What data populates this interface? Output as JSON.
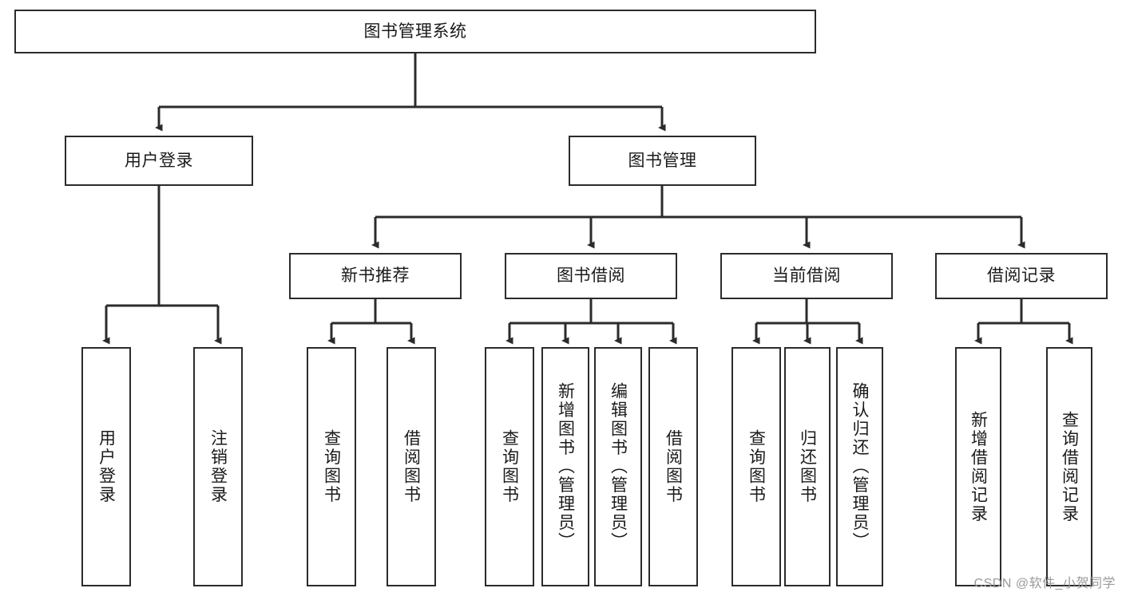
{
  "diagram": {
    "title": "图书管理系统",
    "root": {
      "label": "图书管理系统"
    },
    "level2": [
      {
        "label": "用户登录"
      },
      {
        "label": "图书管理"
      }
    ],
    "level3": [
      {
        "label": "新书推荐"
      },
      {
        "label": "图书借阅"
      },
      {
        "label": "当前借阅"
      },
      {
        "label": "借阅记录"
      }
    ],
    "leaves": [
      {
        "label": "用户登录"
      },
      {
        "label": "注销登录"
      },
      {
        "label": "查询图书"
      },
      {
        "label": "借阅图书"
      },
      {
        "label": "查询图书"
      },
      {
        "label": "新增图书（管理员）"
      },
      {
        "label": "编辑图书（管理员）"
      },
      {
        "label": "借阅图书"
      },
      {
        "label": "查询图书"
      },
      {
        "label": "归还图书"
      },
      {
        "label": "确认归还（管理员）"
      },
      {
        "label": "新增借阅记录"
      },
      {
        "label": "查询借阅记录"
      }
    ]
  },
  "watermark": {
    "text": "CSDN @软件_小贺同学"
  },
  "colors": {
    "stroke": "#2b2b2b",
    "background": "#ffffff",
    "text": "#1a1a1a",
    "watermark": "#9a9a9a"
  }
}
